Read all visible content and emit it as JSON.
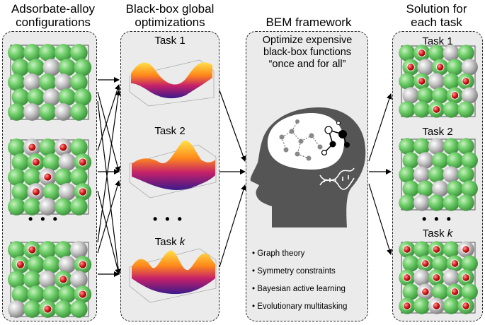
{
  "headers": {
    "col1": [
      "Adsorbate-alloy",
      "configurations"
    ],
    "col2": [
      "Black-box global",
      "optimizations"
    ],
    "col3": "BEM framework",
    "col4": [
      "Solution for",
      "each task"
    ]
  },
  "tasks": {
    "task1": "Task 1",
    "task2": "Task 2",
    "taskk_prefix": "Task ",
    "taskk_var": "k"
  },
  "dots": "• • •",
  "bem": {
    "line1": "Optimize expensive",
    "line2": "black-box functions",
    "line3": "“once and for all”",
    "bullets": [
      "Graph theory",
      "Symmetry constraints",
      "Bayesian active learning",
      "Evolutionary multitasking"
    ]
  },
  "colors": {
    "panel": "#ebebeb",
    "green_atom": "#5cc05c",
    "grey_atom": "#c8c8c8",
    "red_atom": "#d42020",
    "head": "#555555"
  }
}
